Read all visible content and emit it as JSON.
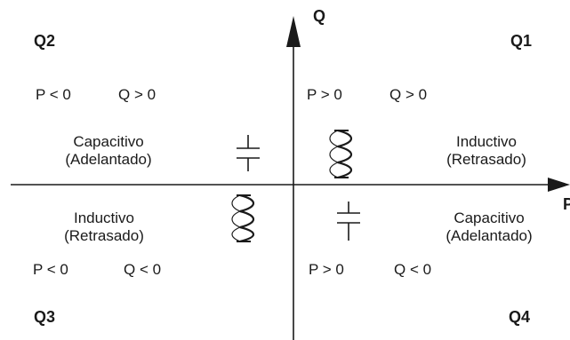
{
  "axes": {
    "vertical_label": "Q",
    "horizontal_label": "P"
  },
  "quadrants": {
    "q1": {
      "name": "Q1",
      "p_condition": "P > 0",
      "q_condition": "Q > 0",
      "type_line1": "Inductivo",
      "type_line2": "(Retrasado)",
      "symbol": "coil-icon"
    },
    "q2": {
      "name": "Q2",
      "p_condition": "P < 0",
      "q_condition": "Q > 0",
      "type_line1": "Capacitivo",
      "type_line2": "(Adelantado)",
      "symbol": "capacitor-icon"
    },
    "q3": {
      "name": "Q3",
      "p_condition": "P < 0",
      "q_condition": "Q < 0",
      "type_line1": "Inductivo",
      "type_line2": "(Retrasado)",
      "symbol": "coil-icon"
    },
    "q4": {
      "name": "Q4",
      "p_condition": "P > 0",
      "q_condition": "Q < 0",
      "type_line1": "Capacitivo",
      "type_line2": "(Adelantado)",
      "symbol": "capacitor-icon"
    }
  },
  "colors": {
    "line": "#1a1a1a",
    "background": "#ffffff"
  }
}
